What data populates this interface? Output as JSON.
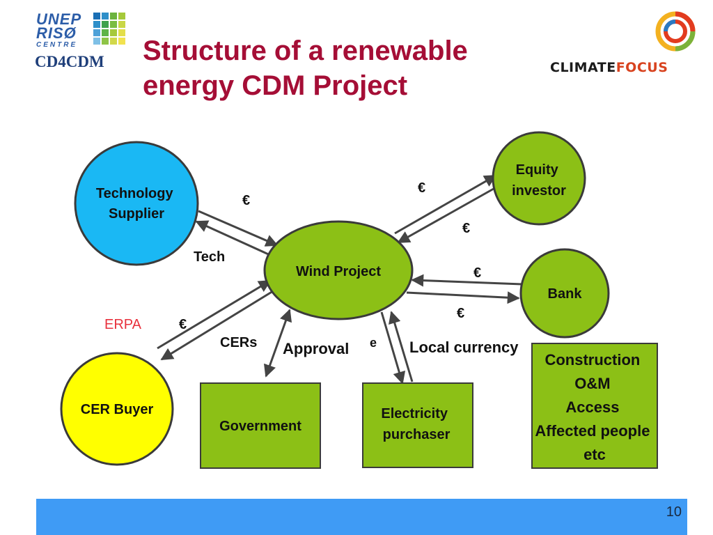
{
  "title_lines": [
    "Structure of a renewable",
    "energy CDM Project"
  ],
  "logos": {
    "unep_lines": [
      "UNEP",
      "RISØ"
    ],
    "unep_centre": "CENTRE",
    "cd4cdm": "CD4CDM",
    "climate": "CLIMATE",
    "focus": "FOCUS"
  },
  "nodes": {
    "technology_supplier": [
      "Technology",
      "Supplier"
    ],
    "wind_project": [
      "Wind Project"
    ],
    "equity_investor": [
      "Equity",
      "investor"
    ],
    "bank": [
      "Bank"
    ],
    "cer_buyer": [
      "CER Buyer"
    ],
    "government": [
      "Government"
    ],
    "electricity_purchaser": [
      "Electricity",
      "purchaser"
    ],
    "construction_box": [
      "Construction",
      "O&M",
      "Access",
      "Affected people",
      "etc"
    ]
  },
  "labels": {
    "euro_tech": "€",
    "tech": "Tech",
    "euro_equity_top": "€",
    "euro_equity_bottom": "€",
    "euro_bank_top": "€",
    "euro_bank_bottom": "€",
    "erpa": "ERPA",
    "euro_cer": "€",
    "cers": "CERs",
    "approval": "Approval",
    "e": "e",
    "local_currency": "Local currency"
  },
  "colors": {
    "title": "#a50e36",
    "green_node": "#8cc016",
    "cyan_node": "#1ab8f4",
    "yellow_node": "#ffff00",
    "erpa": "#e8303c",
    "footer": "#3f9bf5"
  },
  "slide_number": "10"
}
